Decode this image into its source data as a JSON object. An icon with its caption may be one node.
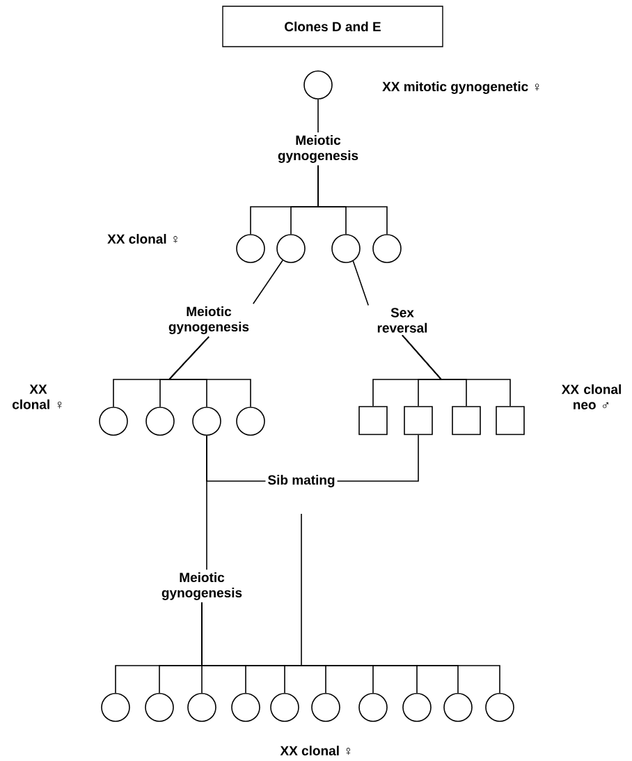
{
  "diagram": {
    "title": "Clones D and E",
    "nodes": [
      {
        "text": [],
        "shape": "circle",
        "beside": [
          "XX mitotic gynogenetic ♀"
        ]
      },
      {
        "text": [
          "Meiotic gynogenesis"
        ]
      },
      {
        "text": [],
        "shape": "circle"
      },
      {
        "text": [],
        "shape": "circle"
      },
      {
        "text": [],
        "shape": "circle"
      },
      {
        "text": [],
        "shape": "circle"
      },
      {
        "text": [
          "Meiotic gynogenesis"
        ]
      },
      {
        "text": [
          "Sex reversal"
        ]
      },
      {
        "text": [],
        "shape": "circle"
      },
      {
        "text": [],
        "shape": "circle"
      },
      {
        "text": [],
        "shape": "circle"
      },
      {
        "text": [],
        "shape": "circle"
      },
      {
        "text": [],
        "shape": "box"
      },
      {
        "text": [],
        "shape": "box"
      },
      {
        "text": [],
        "shape": "box"
      },
      {
        "text": [],
        "shape": "box"
      },
      {
        "text": [
          "Meiotic gynogenesis"
        ]
      },
      {
        "text": [],
        "shape": "circle"
      },
      {
        "text": [],
        "shape": "circle"
      },
      {
        "text": [],
        "shape": "circle"
      },
      {
        "text": [],
        "shape": "circle"
      },
      {
        "text": [],
        "shape": "circle"
      },
      {
        "text": [],
        "shape": "circle"
      },
      {
        "text": [],
        "shape": "circle"
      },
      {
        "text": [],
        "shape": "circle"
      },
      {
        "text": [],
        "shape": "circle"
      },
      {
        "text": [],
        "shape": "circle"
      }
    ],
    "edges": [
      {
        "from": 0,
        "to": 1,
        "arrow": "none"
      },
      {
        "from": 1,
        "to": 2,
        "arrow": "none"
      },
      {
        "from": 1,
        "to": 3,
        "arrow": "none"
      },
      {
        "from": 1,
        "to": 4,
        "arrow": "none"
      },
      {
        "from": 1,
        "to": 5,
        "arrow": "none"
      },
      {
        "from": 3,
        "to": 6,
        "arrow": "none"
      },
      {
        "from": 4,
        "to": 7,
        "arrow": "none"
      },
      {
        "from": 6,
        "to": 8,
        "arrow": "none"
      },
      {
        "from": 6,
        "to": 9,
        "arrow": "none"
      },
      {
        "from": 6,
        "to": 10,
        "arrow": "none"
      },
      {
        "from": 6,
        "to": 11,
        "arrow": "none"
      },
      {
        "from": 7,
        "to": 12,
        "arrow": "none"
      },
      {
        "from": 7,
        "to": 13,
        "arrow": "none"
      },
      {
        "from": 7,
        "to": 14,
        "arrow": "none"
      },
      {
        "from": 7,
        "to": 15,
        "arrow": "none"
      },
      {
        "from": 10,
        "to": 13,
        "arrow": "none",
        "label": "Sib mating"
      },
      {
        "from": 10,
        "to": 16,
        "arrow": "none"
      },
      {
        "from": 16,
        "to": 17,
        "arrow": "none"
      },
      {
        "from": 16,
        "to": 18,
        "arrow": "none"
      },
      {
        "from": 16,
        "to": 19,
        "arrow": "none"
      },
      {
        "from": 16,
        "to": 20,
        "arrow": "none"
      },
      {
        "from": 16,
        "to": 21,
        "arrow": "none"
      },
      {
        "from": 16,
        "to": 22,
        "arrow": "none"
      },
      {
        "from": 16,
        "to": 23,
        "arrow": "none"
      },
      {
        "from": 16,
        "to": 24,
        "arrow": "none"
      },
      {
        "from": 16,
        "to": 25,
        "arrow": "none"
      },
      {
        "from": 16,
        "to": 26,
        "arrow": "none"
      }
    ],
    "labels": [
      "XX clonal ♀",
      "XX clonal ♀",
      "XX clonal neo ♂",
      "XX clonal ♀"
    ]
  }
}
